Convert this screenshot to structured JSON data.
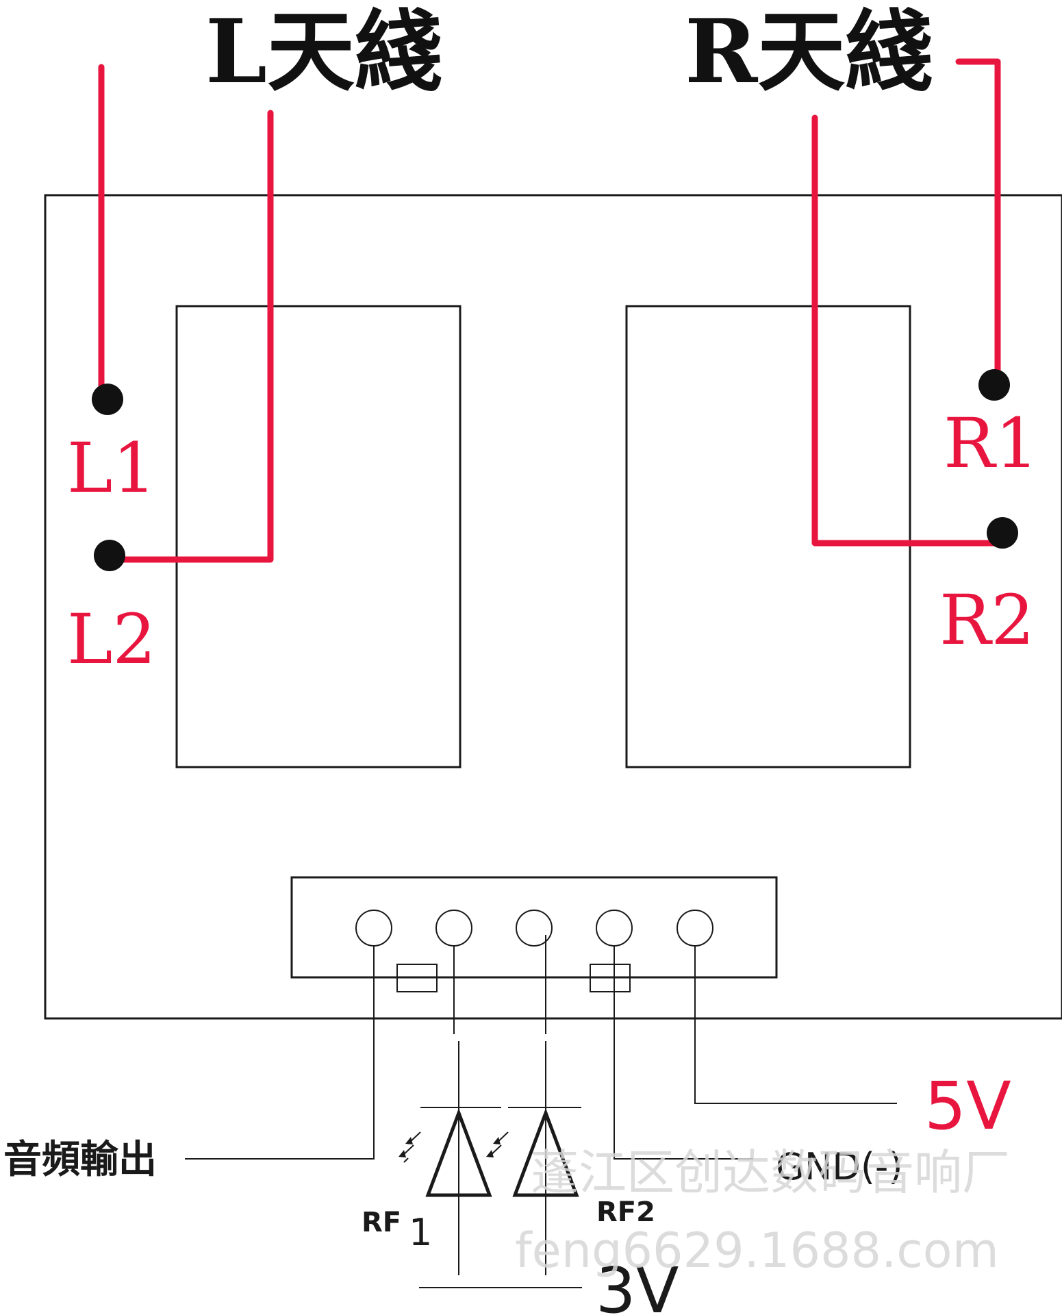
{
  "title_left": "L天綫",
  "title_right": "R天綫",
  "labels": {
    "l1": "L1",
    "l2": "L2",
    "r1": "R1",
    "r2": "R2",
    "v5": "5V",
    "gnd": "GND(-)",
    "audio_out": "音頻輸出",
    "rf1_a": "RF",
    "rf1_b": "1",
    "rf2": "RF2",
    "v3": "3V"
  },
  "watermark": {
    "line1": "蓬江区创达数码音响厂",
    "line2": "feng6629.1688.com"
  },
  "colors": {
    "accent": "#e8163f",
    "line": "#1a1a1a",
    "watermark": "#d6d6d6"
  }
}
